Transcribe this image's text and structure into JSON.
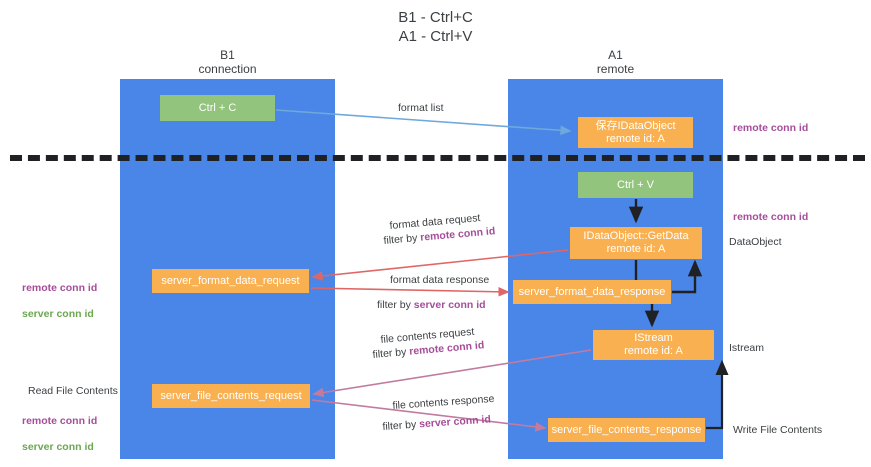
{
  "title": "B1 - Ctrl+C\nA1 - Ctrl+V",
  "lanes": [
    {
      "id": "b1",
      "title": "B1\nconnection"
    },
    {
      "id": "a1",
      "title": "A1\nremote"
    }
  ],
  "boxes": {
    "ctrl_c": "Ctrl + C",
    "idataobject": "保存IDataObject\nremote id: A",
    "ctrl_v": "Ctrl + V",
    "getdata": "IDataObject::GetData\nremote id: A",
    "server_format_data_request": "server_format_data_request",
    "server_format_data_response": "server_format_data_response",
    "istream": "IStream\nremote id: A",
    "server_file_contents_request": "server_file_contents_request",
    "server_file_contents_response": "server_file_contents_response"
  },
  "edge_labels": {
    "format_list": "format list",
    "format_data_request": "format data request",
    "filter_by_remote_1": "filter by ",
    "format_data_response": "format data response",
    "filter_by_server_1": "filter by ",
    "file_contents_request": "file contents request",
    "filter_by_remote_2": "filter by ",
    "file_contents_response": "file contents response",
    "filter_by_server_2": "filter by ",
    "remote_conn_id": "remote conn id",
    "server_conn_id": "server conn id"
  },
  "annotations": {
    "remote_conn_id_top": "remote conn id",
    "remote_conn_id_mid": "remote conn id",
    "dataobject": "DataObject",
    "istream": "Istream",
    "write_file_contents": "Write File Contents",
    "read_file_contents": "Read File Contents",
    "remote_conn_id": "remote conn id",
    "server_conn_id": "server conn id"
  },
  "colors": {
    "lane": "#4a86e8",
    "green_box": "#93c47d",
    "orange_box": "#f9b050",
    "purple_text": "#a64d9a",
    "green_text": "#6aa84f",
    "arrow_blue": "#6fa8dc",
    "arrow_red": "#e06666",
    "arrow_purple": "#c27ba0",
    "arrow_dark": "#202124",
    "divider": "#202124"
  }
}
